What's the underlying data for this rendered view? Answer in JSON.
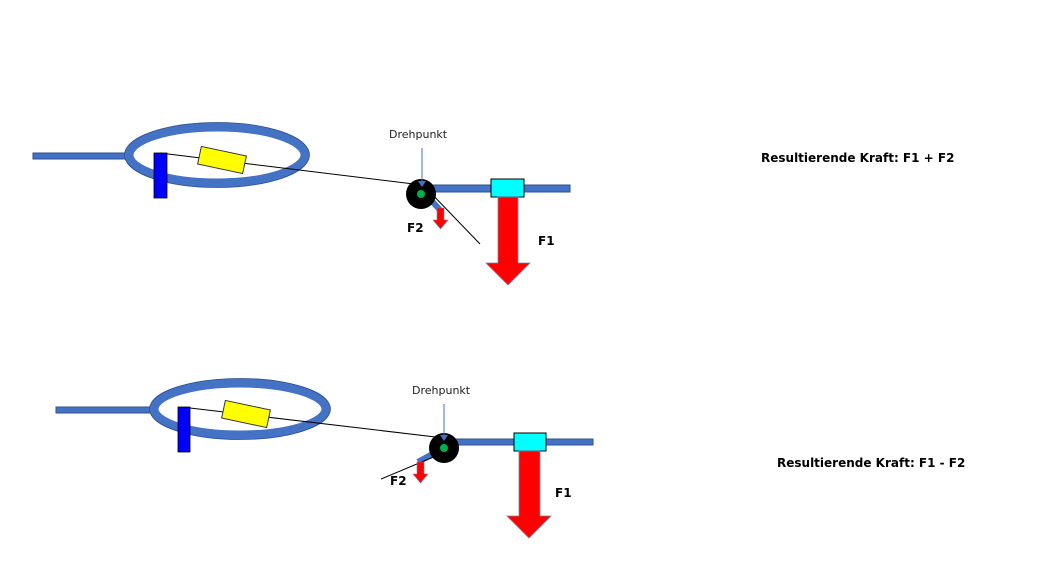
{
  "colors": {
    "rod": "#4472C4",
    "rod_outline": "#2F528F",
    "clamp": "#0000FF",
    "weight": "#FFFF00",
    "slider": "#00FFFF",
    "force_arrow": "#FF0000",
    "pivot": "#000000",
    "pivot_center": "#00B050",
    "line": "#000000"
  },
  "scenarios": [
    {
      "pivot_label": "Drehpunkt",
      "f1_label": "F1",
      "f2_label": "F2",
      "result_text": "Resultierende Kraft: F1 + F2"
    },
    {
      "pivot_label": "Drehpunkt",
      "f1_label": "F1",
      "f2_label": "F2",
      "result_text": "Resultierende Kraft: F1 - F2"
    }
  ]
}
